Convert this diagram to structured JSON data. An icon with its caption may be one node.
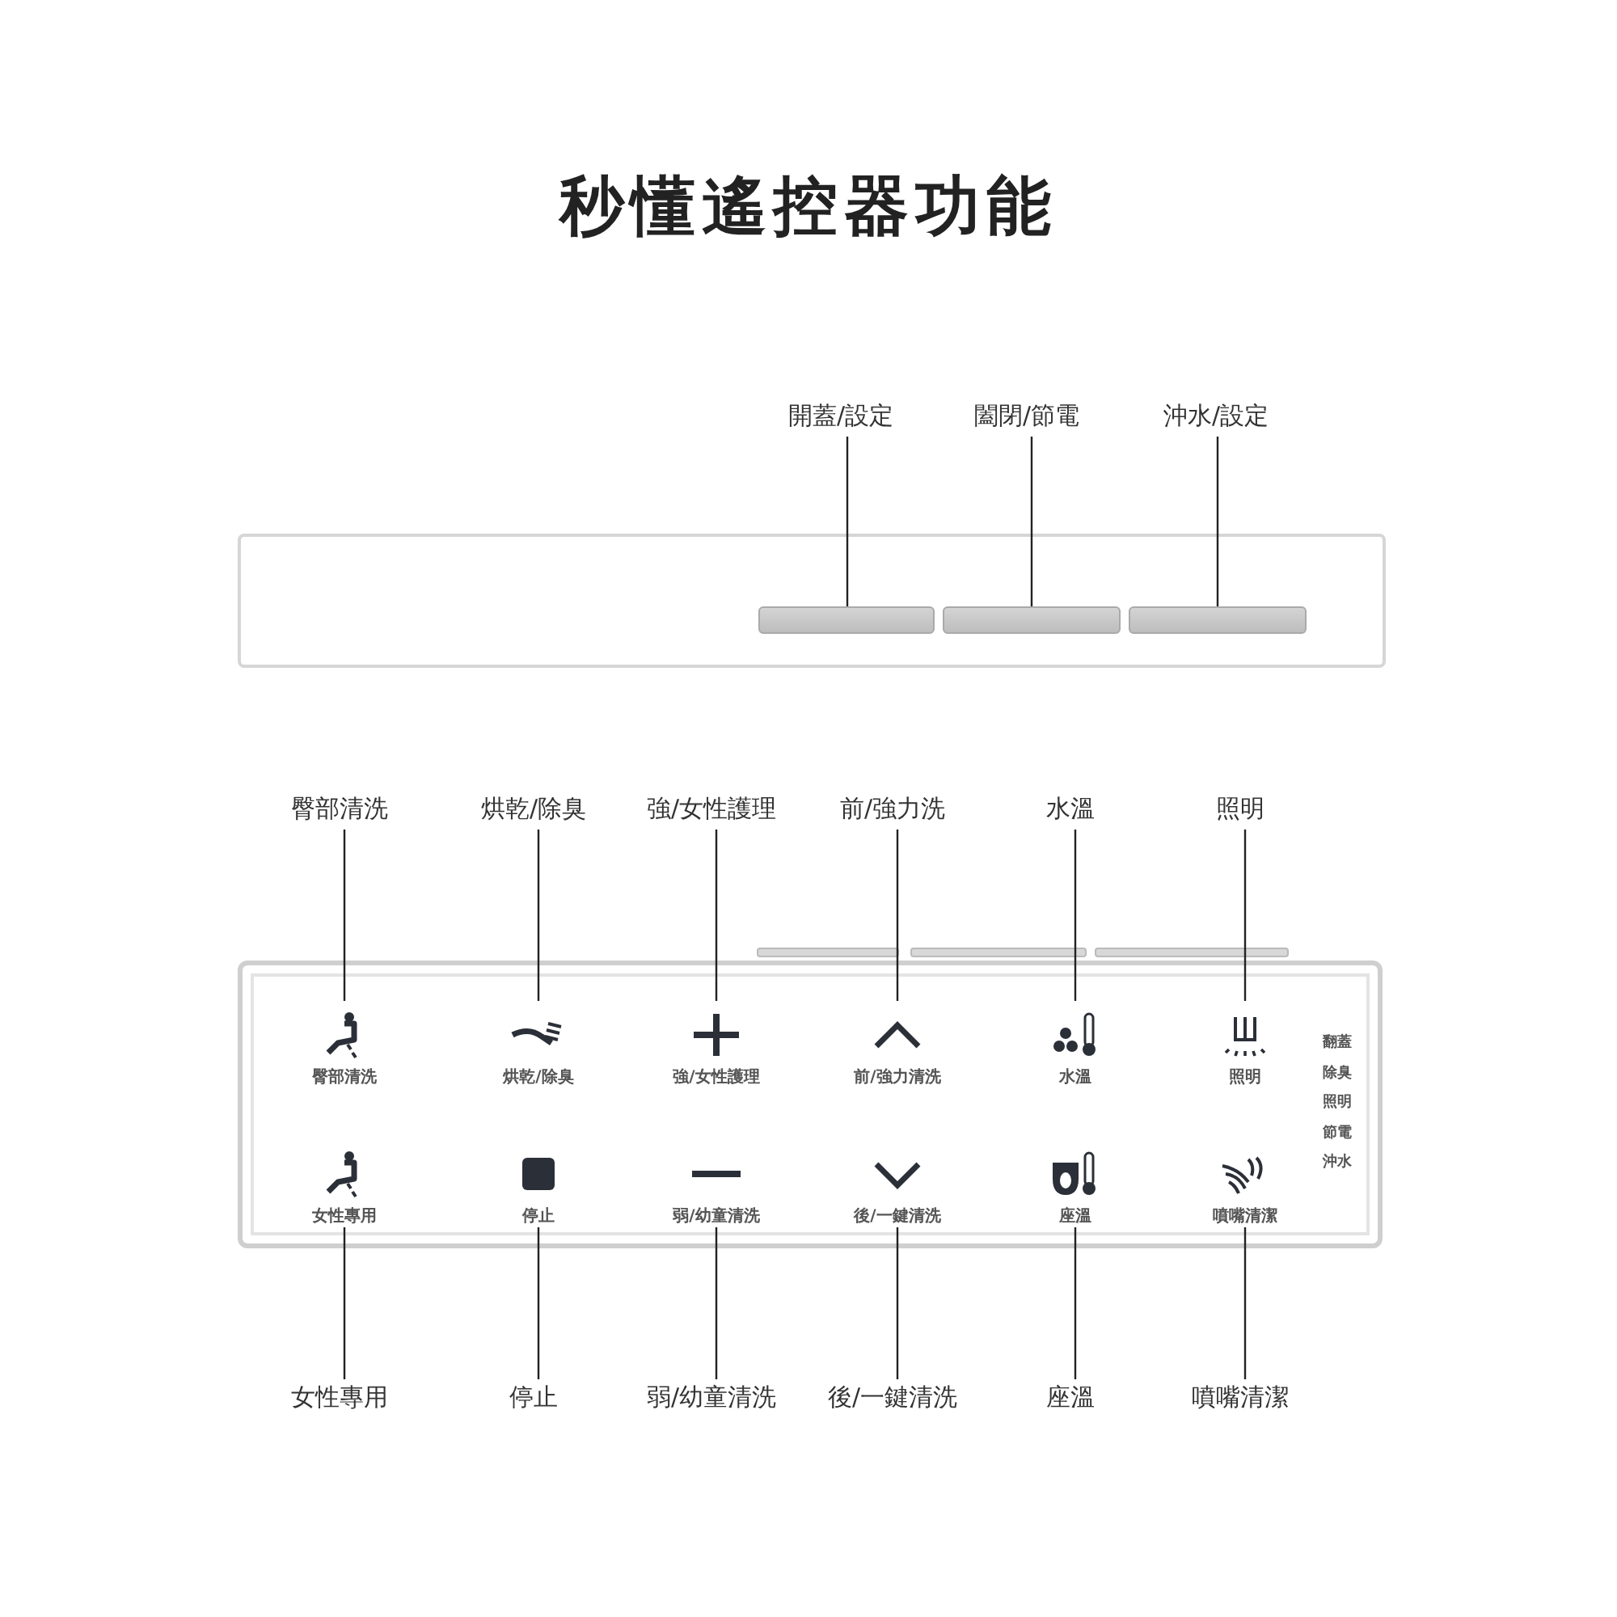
{
  "diagram": {
    "title": "秒懂遙控器功能",
    "nodes": [
      {
        "text": [
          "開蓋/設定"
        ]
      },
      {
        "text": [
          "闔閉/節電"
        ]
      },
      {
        "text": [
          "沖水/設定"
        ]
      },
      {
        "text": [],
        "shape": "box"
      },
      {
        "text": [],
        "shape": "bar",
        "in": 3
      },
      {
        "text": [],
        "shape": "bar",
        "in": 3
      },
      {
        "text": [],
        "shape": "bar",
        "in": 3
      },
      {
        "text": [
          "臀部清洗"
        ]
      },
      {
        "text": [
          "烘乾/除臭"
        ]
      },
      {
        "text": [
          "強/女性護理"
        ]
      },
      {
        "text": [
          "前/強力洗"
        ]
      },
      {
        "text": [
          "水溫"
        ]
      },
      {
        "text": [
          "照明"
        ]
      },
      {
        "text": [],
        "shape": "box"
      },
      {
        "text": [
          "臀部清洗"
        ],
        "in": 13
      },
      {
        "text": [
          "烘乾/除臭"
        ],
        "in": 13
      },
      {
        "text": [
          "強/女性護理"
        ],
        "in": 13
      },
      {
        "text": [
          "前/強力清洗"
        ],
        "in": 13
      },
      {
        "text": [
          "水溫"
        ],
        "in": 13
      },
      {
        "text": [
          "照明"
        ],
        "in": 13
      },
      {
        "text": [
          "女性專用"
        ],
        "in": 13
      },
      {
        "text": [
          "停止"
        ],
        "in": 13
      },
      {
        "text": [
          "弱/幼童清洗"
        ],
        "in": 13
      },
      {
        "text": [
          "後/一鍵清洗"
        ],
        "in": 13
      },
      {
        "text": [
          "座溫"
        ],
        "in": 13
      },
      {
        "text": [
          "噴嘴清潔"
        ],
        "in": 13
      },
      {
        "text": [
          "女性專用"
        ]
      },
      {
        "text": [
          "停止"
        ]
      },
      {
        "text": [
          "弱/幼童清洗"
        ]
      },
      {
        "text": [
          "後/一鍵清洗"
        ]
      },
      {
        "text": [
          "座溫"
        ]
      },
      {
        "text": [
          "噴嘴清潔"
        ]
      }
    ],
    "edges": [
      {
        "from": 0,
        "to": 4,
        "arrow": "none"
      },
      {
        "from": 1,
        "to": 5,
        "arrow": "none"
      },
      {
        "from": 2,
        "to": 6,
        "arrow": "none"
      },
      {
        "from": 7,
        "to": 14,
        "arrow": "none"
      },
      {
        "from": 8,
        "to": 15,
        "arrow": "none"
      },
      {
        "from": 9,
        "to": 16,
        "arrow": "none"
      },
      {
        "from": 10,
        "to": 17,
        "arrow": "none"
      },
      {
        "from": 11,
        "to": 18,
        "arrow": "none"
      },
      {
        "from": 12,
        "to": 19,
        "arrow": "none"
      },
      {
        "from": 26,
        "to": 20,
        "arrow": "none"
      },
      {
        "from": 27,
        "to": 21,
        "arrow": "none"
      },
      {
        "from": 28,
        "to": 22,
        "arrow": "none"
      },
      {
        "from": 29,
        "to": 23,
        "arrow": "none"
      },
      {
        "from": 30,
        "to": 24,
        "arrow": "none"
      },
      {
        "from": 31,
        "to": 25,
        "arrow": "none"
      }
    ],
    "labels": [
      "翻蓋",
      "除臭",
      "照明",
      "節電",
      "沖水"
    ]
  }
}
